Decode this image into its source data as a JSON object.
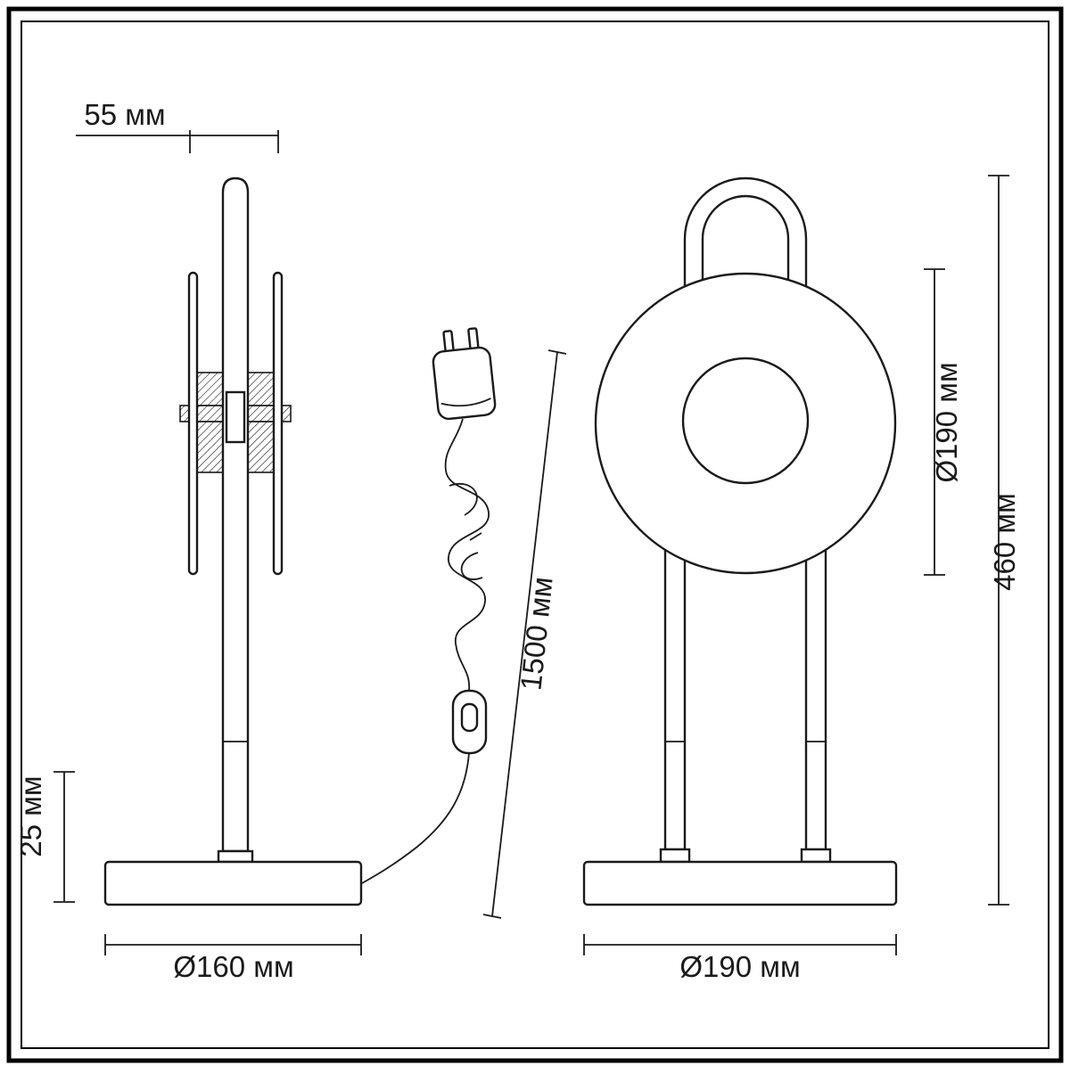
{
  "page": {
    "background": "#ffffff",
    "line_color": "#1a1a1a",
    "units": "мм"
  },
  "dimensions": {
    "top_width": "55 мм",
    "base_height": "25 мм",
    "base_diameter_side": "Ø160 мм",
    "cable_length": "1500 мм",
    "head_diameter": "Ø190 мм",
    "total_height": "460 мм",
    "base_diameter_front": "Ø190 мм"
  }
}
